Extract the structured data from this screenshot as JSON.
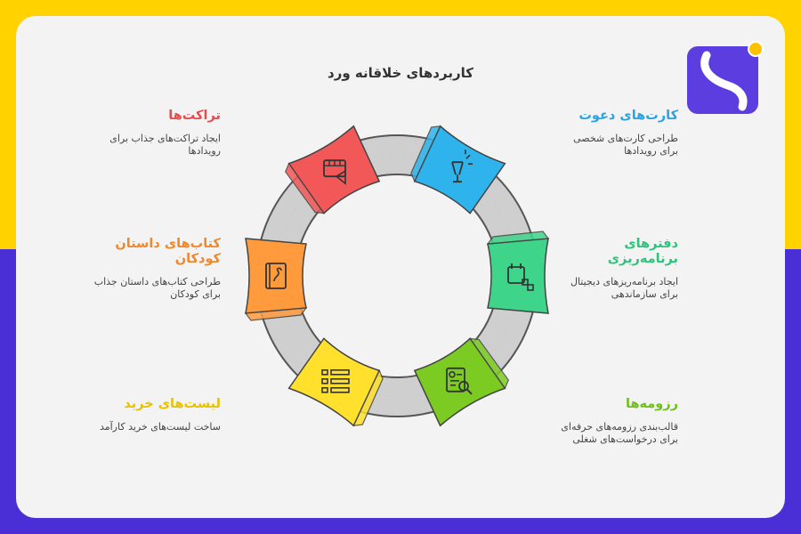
{
  "title": "کاربردهای خلاقانه ورد",
  "items": [
    {
      "heading": "کارت‌های دعوت",
      "description": "طراحی کارت‌های شخصی برای رویدادها",
      "color": "#2eb3ec",
      "icon": "champagne-icon"
    },
    {
      "heading": "دفترهای برنامه‌ریزی",
      "description": "ایجاد برنامه‌ریزهای دیجیتال برای سازماندهی",
      "color": "#3ed58a",
      "icon": "calendar-icon"
    },
    {
      "heading": "رزومه‌ها",
      "description": "قالب‌بندی رزومه‌های حرفه‌ای برای درخواست‌های شغلی",
      "color": "#7ccb22",
      "icon": "resume-search-icon"
    },
    {
      "heading": "لیست‌های خرید",
      "description": "ساخت لیست‌های خرید کارآمد",
      "color": "#ffe02c",
      "icon": "list-icon"
    },
    {
      "heading": "کتاب‌های داستان کودکان",
      "description": "طراحی کتاب‌های داستان جذاب برای کودکان",
      "color": "#ff9a3d",
      "icon": "storybook-icon"
    },
    {
      "heading": "تراکت‌ها",
      "description": "ایجاد تراکت‌های جذاب برای رویدادها",
      "color": "#f25858",
      "icon": "flyer-megaphone-icon"
    }
  ],
  "colors": {
    "frame_top": "#ffd200",
    "frame_bottom": "#4a2fd6",
    "ring": "#cfcfcf",
    "heading_yellow": "#e6c200"
  }
}
